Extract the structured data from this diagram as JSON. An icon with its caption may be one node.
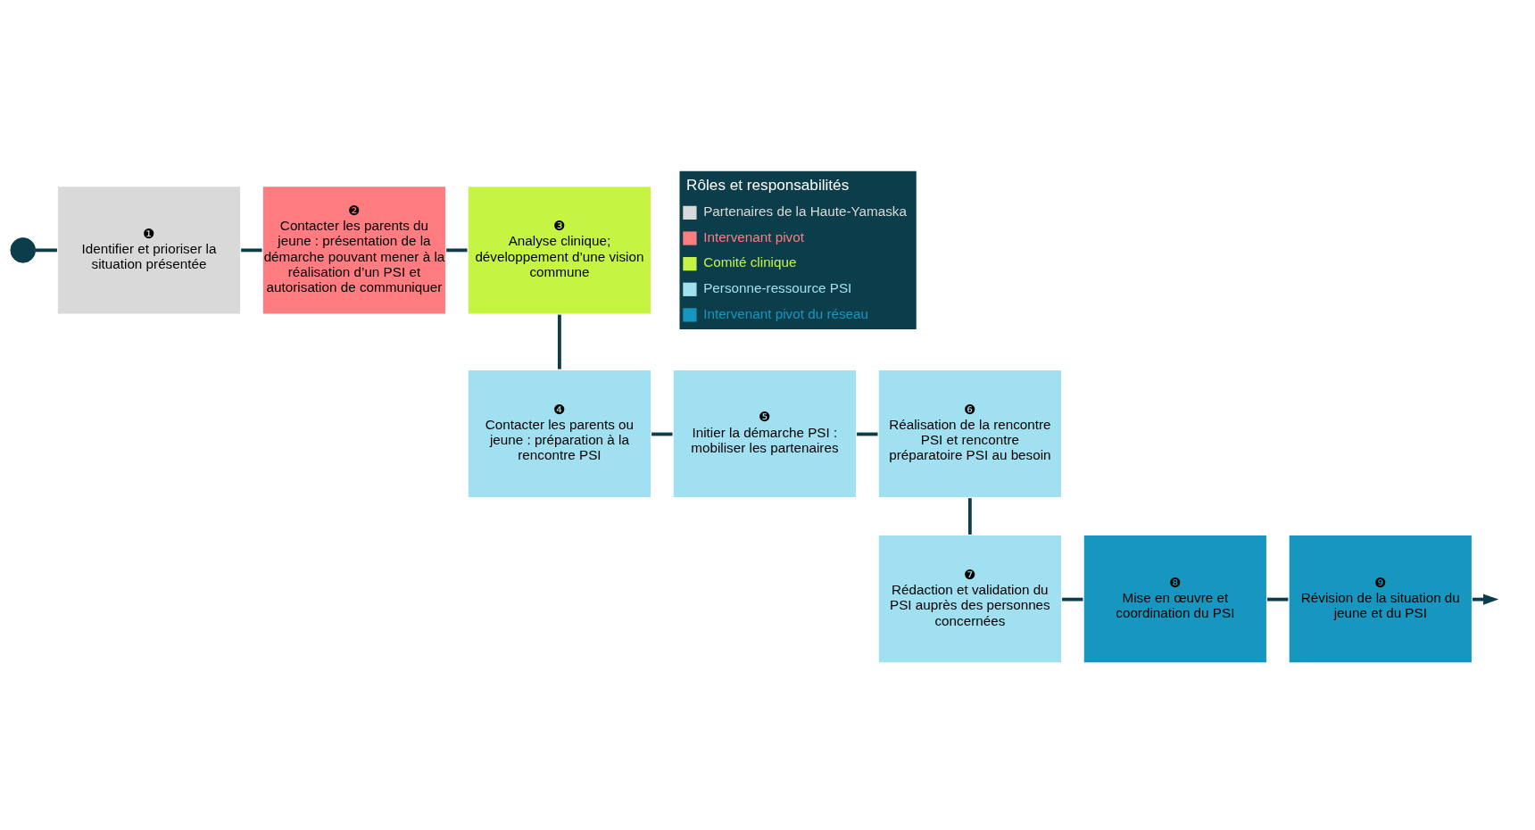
{
  "diagram": {
    "nodes": [
      {
        "text": [],
        "shape": "circle"
      },
      {
        "text": [
          "❶",
          "Identifier et prioriser la situation présentée"
        ]
      },
      {
        "text": [
          "❷",
          "Contacter les parents du jeune : présentation de la démarche pouvant mener à la réalisation d’un PSI et autorisation de communiquer"
        ]
      },
      {
        "text": [
          "❸",
          "Analyse clinique; développement d’une vision commune"
        ]
      },
      {
        "text": [
          "❹",
          "Contacter les parents ou jeune : préparation à la rencontre PSI"
        ]
      },
      {
        "text": [
          "❺",
          "Initier la démarche PSI : mobiliser les partenaires"
        ]
      },
      {
        "text": [
          "❻",
          "Réalisation de la rencontre PSI et rencontre préparatoire PSI au besoin"
        ]
      },
      {
        "text": [
          "❼",
          "Rédaction et validation du PSI auprès des personnes concernées"
        ]
      },
      {
        "text": [
          "❽",
          "Mise en œuvre et coordination du PSI"
        ]
      },
      {
        "text": [
          "❾",
          "Révision de la situation du jeune et du PSI"
        ]
      }
    ],
    "edges": [
      {
        "from": 0,
        "to": 1,
        "arrow": "none"
      },
      {
        "from": 1,
        "to": 2,
        "arrow": "none"
      },
      {
        "from": 2,
        "to": 3,
        "arrow": "none"
      },
      {
        "from": 3,
        "to": 4,
        "arrow": "none"
      },
      {
        "from": 4,
        "to": 5,
        "arrow": "none"
      },
      {
        "from": 5,
        "to": 6,
        "arrow": "none"
      },
      {
        "from": 6,
        "to": 7,
        "arrow": "none"
      },
      {
        "from": 7,
        "to": 8,
        "arrow": "none"
      },
      {
        "from": 8,
        "to": 9,
        "arrow": "none"
      },
      {
        "from": 9,
        "to": null,
        "arrow": "to"
      }
    ],
    "labels": [
      "Rôles et responsabilités"
    ],
    "legend": [
      {
        "text": "Partenaires de la Haute-Yamaska",
        "color": "#d9d9d9"
      },
      {
        "text": "Intervenant pivot",
        "color": "#ff7c80"
      },
      {
        "text": "Comité clinique",
        "color": "#c5f542"
      },
      {
        "text": "Personne-ressource PSI",
        "color": "#a0e0f0"
      },
      {
        "text": "Intervenant pivot du réseau",
        "color": "#1797bf"
      }
    ]
  }
}
